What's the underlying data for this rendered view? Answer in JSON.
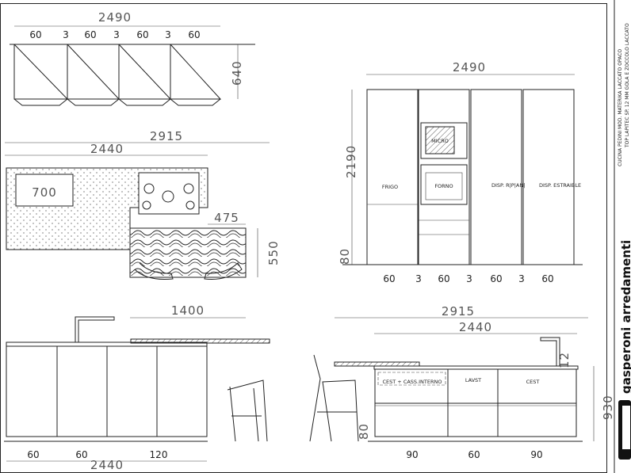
{
  "plan_top": {
    "total": "2490",
    "modules": [
      "60",
      "3",
      "60",
      "3",
      "60",
      "3",
      "60"
    ],
    "depth": "640"
  },
  "plan_island": {
    "total1": "2915",
    "total2": "2440",
    "sink": "700",
    "peninsula_width": "475",
    "peninsula_depth": "550",
    "peninsula_length": "1400"
  },
  "elevation_tall": {
    "total": "2490",
    "height": "2190",
    "plinth": "80",
    "modules": [
      "60",
      "3",
      "60",
      "3",
      "60",
      "3",
      "60"
    ],
    "labels": {
      "fridge": "FRIGO",
      "micro": "MICRO",
      "oven": "FORNO",
      "pantry": "DISP. R|P|AN|",
      "pullout": "DISP. ESTRAIBLE"
    }
  },
  "elevation_left": {
    "modules": [
      "60",
      "60",
      "120"
    ],
    "total": "2440"
  },
  "elevation_right": {
    "total1": "2915",
    "total2": "2440",
    "top_thickness": "12",
    "height": "930",
    "plinth": "80",
    "modules": [
      "90",
      "60",
      "90"
    ],
    "labels": {
      "drawer": "CEST + CASS.INTERNO",
      "dishwasher": "LAVST",
      "basket": "CEST"
    }
  },
  "title_block": {
    "line1": "CUCINA PEDINI MOD. MATERIKA LACCATO OPACO",
    "line2": "TOP LAPITEC SP. 12 MM GOLA E ZOCCOLO LACCATO",
    "logo": "gasperoni arredamenti"
  },
  "colors": {
    "line": "#222222",
    "background": "#ffffff"
  }
}
